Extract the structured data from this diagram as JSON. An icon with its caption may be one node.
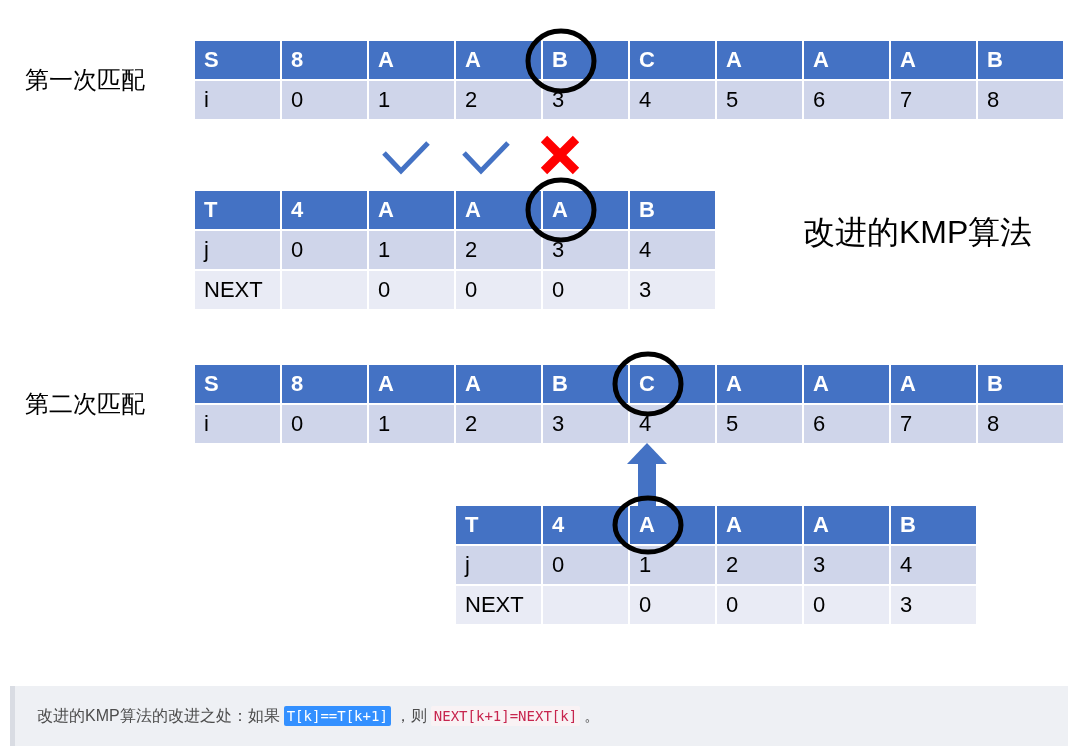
{
  "diagram": {
    "title": "改进的KMP算法",
    "caption": "改进的KMP算法的改进之处：如果**T[k]==T[k+1]**，则**NEXT[k+1]=NEXT[k]**。",
    "nodes": [
      {
        "text": [
          "S"
        ]
      },
      {
        "text": [
          "8"
        ]
      },
      {
        "text": [
          "A"
        ]
      },
      {
        "text": [
          "A"
        ]
      },
      {
        "text": [
          "B"
        ]
      },
      {
        "text": [
          "C"
        ]
      },
      {
        "text": [
          "A"
        ]
      },
      {
        "text": [
          "A"
        ]
      },
      {
        "text": [
          "A"
        ]
      },
      {
        "text": [
          "B"
        ]
      },
      {
        "text": [
          "i"
        ]
      },
      {
        "text": [
          "0"
        ]
      },
      {
        "text": [
          "1"
        ]
      },
      {
        "text": [
          "2"
        ]
      },
      {
        "text": [
          "3"
        ]
      },
      {
        "text": [
          "4"
        ]
      },
      {
        "text": [
          "5"
        ]
      },
      {
        "text": [
          "6"
        ]
      },
      {
        "text": [
          "7"
        ]
      },
      {
        "text": [
          "8"
        ]
      },
      {
        "text": [
          "T"
        ]
      },
      {
        "text": [
          "4"
        ]
      },
      {
        "text": [
          "A"
        ]
      },
      {
        "text": [
          "A"
        ]
      },
      {
        "text": [
          "A"
        ]
      },
      {
        "text": [
          "B"
        ]
      },
      {
        "text": [
          "j"
        ]
      },
      {
        "text": [
          "0"
        ]
      },
      {
        "text": [
          "1"
        ]
      },
      {
        "text": [
          "2"
        ]
      },
      {
        "text": [
          "3"
        ]
      },
      {
        "text": [
          "4"
        ]
      },
      {
        "text": [
          "NEXT"
        ]
      },
      {
        "text": [],
        "shape": "box"
      },
      {
        "text": [
          "0"
        ]
      },
      {
        "text": [
          "0"
        ]
      },
      {
        "text": [
          "0"
        ]
      },
      {
        "text": [
          "3"
        ]
      },
      {
        "text": [
          "S"
        ]
      },
      {
        "text": [
          "8"
        ]
      },
      {
        "text": [
          "A"
        ]
      },
      {
        "text": [
          "A"
        ]
      },
      {
        "text": [
          "B"
        ]
      },
      {
        "text": [
          "C"
        ]
      },
      {
        "text": [
          "A"
        ]
      },
      {
        "text": [
          "A"
        ]
      },
      {
        "text": [
          "A"
        ]
      },
      {
        "text": [
          "B"
        ]
      },
      {
        "text": [
          "i"
        ]
      },
      {
        "text": [
          "0"
        ]
      },
      {
        "text": [
          "1"
        ]
      },
      {
        "text": [
          "2"
        ]
      },
      {
        "text": [
          "3"
        ]
      },
      {
        "text": [
          "4"
        ]
      },
      {
        "text": [
          "5"
        ]
      },
      {
        "text": [
          "6"
        ]
      },
      {
        "text": [
          "7"
        ]
      },
      {
        "text": [
          "8"
        ]
      },
      {
        "text": [
          "T"
        ]
      },
      {
        "text": [
          "4"
        ]
      },
      {
        "text": [
          "A"
        ]
      },
      {
        "text": [
          "A"
        ]
      },
      {
        "text": [
          "A"
        ]
      },
      {
        "text": [
          "B"
        ]
      },
      {
        "text": [
          "j"
        ]
      },
      {
        "text": [
          "0"
        ]
      },
      {
        "text": [
          "1"
        ]
      },
      {
        "text": [
          "2"
        ]
      },
      {
        "text": [
          "3"
        ]
      },
      {
        "text": [
          "4"
        ]
      },
      {
        "text": [
          "NEXT"
        ]
      },
      {
        "text": [],
        "shape": "box"
      },
      {
        "text": [
          "0"
        ]
      },
      {
        "text": [
          "0"
        ]
      },
      {
        "text": [
          "0"
        ]
      },
      {
        "text": [
          "3"
        ]
      }
    ],
    "edges": [
      {
        "from": 60,
        "to": 53,
        "arrow": "to"
      }
    ],
    "labels": [
      "第一次匹配",
      "第二次匹配"
    ]
  }
}
